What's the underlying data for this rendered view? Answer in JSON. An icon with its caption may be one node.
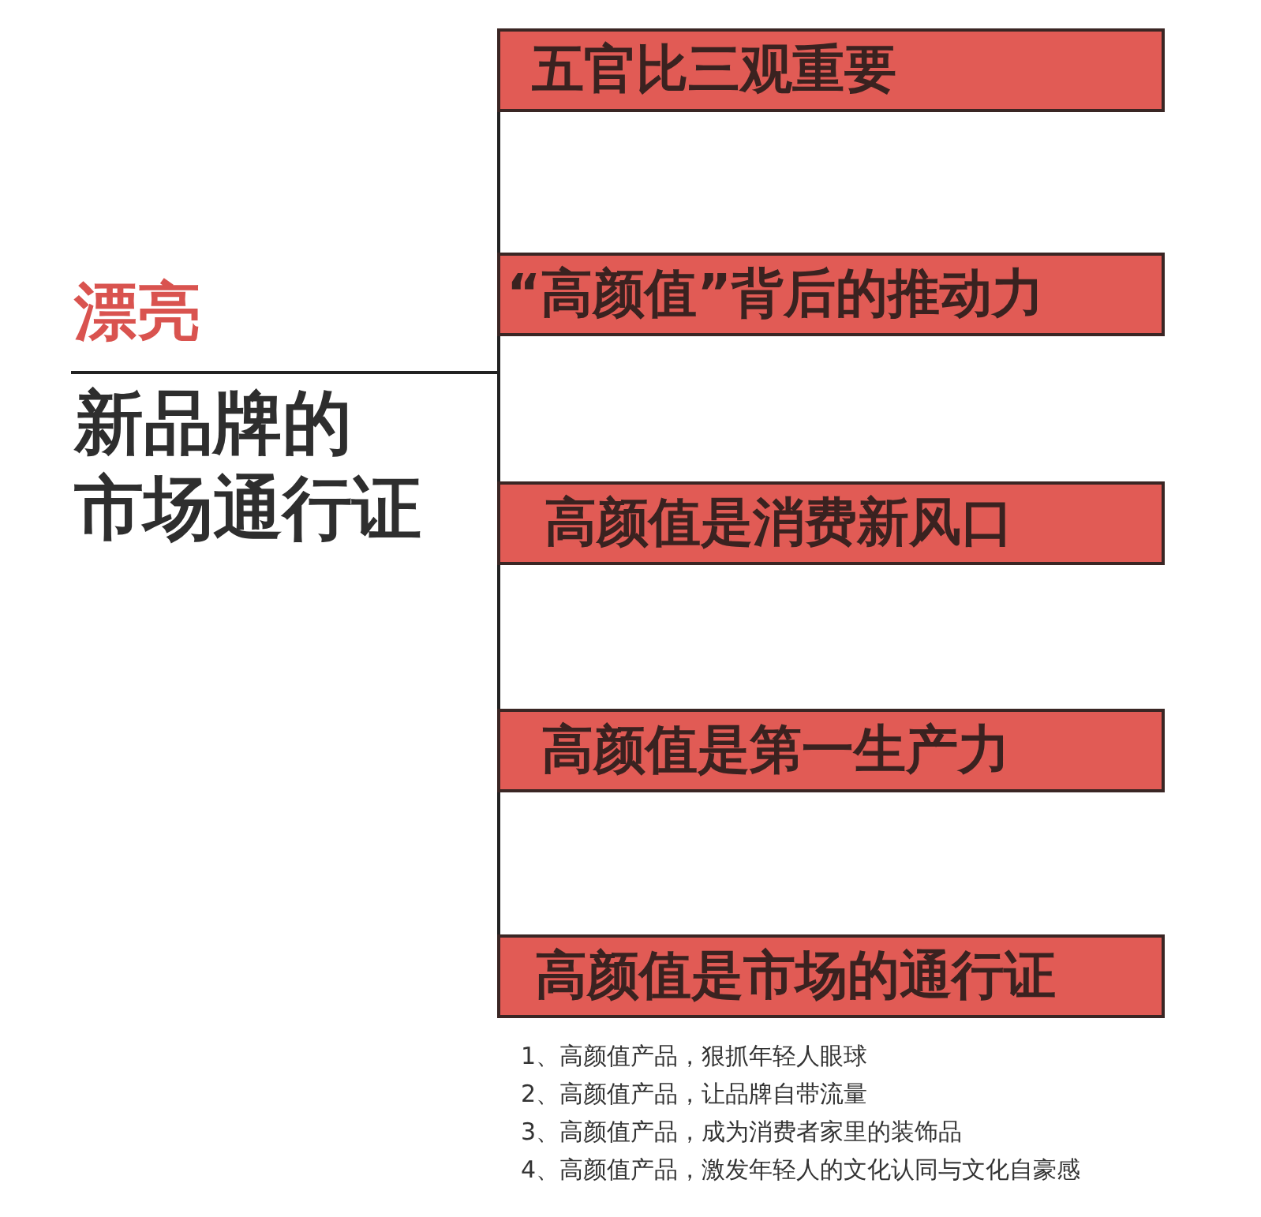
{
  "diagram": {
    "nodes": [
      {
        "text": [
          "漂亮",
          "新品牌的市场通行证"
        ]
      },
      {
        "text": [
          "五官比三观重要"
        ]
      },
      {
        "text": [
          "“高颜值”背后的推动力"
        ]
      },
      {
        "text": [
          "高颜值是消费新风口"
        ]
      },
      {
        "text": [
          "高颜值是第一生产力"
        ]
      },
      {
        "text": [
          "高颜值是市场的通行证"
        ]
      }
    ],
    "edges": [
      {
        "from": 0,
        "to": 1,
        "arrow": "none"
      },
      {
        "from": 0,
        "to": 2,
        "arrow": "none"
      },
      {
        "from": 0,
        "to": 3,
        "arrow": "none"
      },
      {
        "from": 0,
        "to": 4,
        "arrow": "none"
      },
      {
        "from": 0,
        "to": 5,
        "arrow": "none"
      }
    ],
    "labels": [
      "1、高颜值产品，狠抓年轻人眼球",
      "2、高颜值产品，让品牌自带流量",
      "3、高颜值产品，成为消费者家里的装饰品",
      "4、高颜值产品，激发年轻人的文化认同与文化自豪感"
    ]
  }
}
